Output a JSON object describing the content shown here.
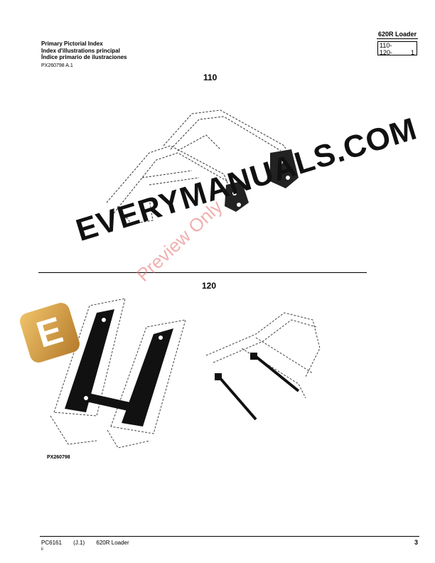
{
  "header": {
    "model": "620R Loader",
    "titles": [
      "Primary Pictorial Index",
      "Index d'illustrations principal",
      "Índice primario de ilustraciones"
    ],
    "index_rows": [
      {
        "code": "110-",
        "page": ""
      },
      {
        "code": "120-",
        "page": "1"
      }
    ],
    "figure_id": "PX260798 A.1"
  },
  "sections": [
    {
      "label": "110"
    },
    {
      "label": "120"
    }
  ],
  "figure_tag": "PX260798",
  "footer": {
    "doc": "PC6161",
    "rev": "(J.1)",
    "model": "620R Loader",
    "page": "3",
    "roman": "ii"
  },
  "watermark": {
    "brand": "EVERYMANUALS.COM",
    "preview": "Preview Only",
    "logo_letter": "E"
  }
}
